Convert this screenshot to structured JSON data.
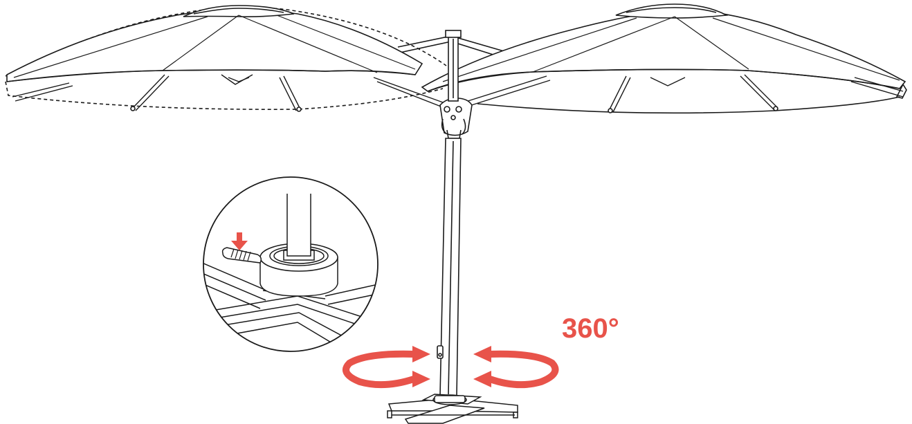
{
  "diagram": {
    "rotation_label": "360°",
    "colors": {
      "line": "#1a1a1a",
      "accent": "#e8534a",
      "background": "#ffffff",
      "canopy_fill": "#ffffff"
    },
    "icons": [
      "umbrella-canopy-left",
      "umbrella-canopy-right",
      "mast-pole",
      "cross-base",
      "rotation-arrow",
      "down-arrow",
      "detail-magnifier"
    ]
  }
}
